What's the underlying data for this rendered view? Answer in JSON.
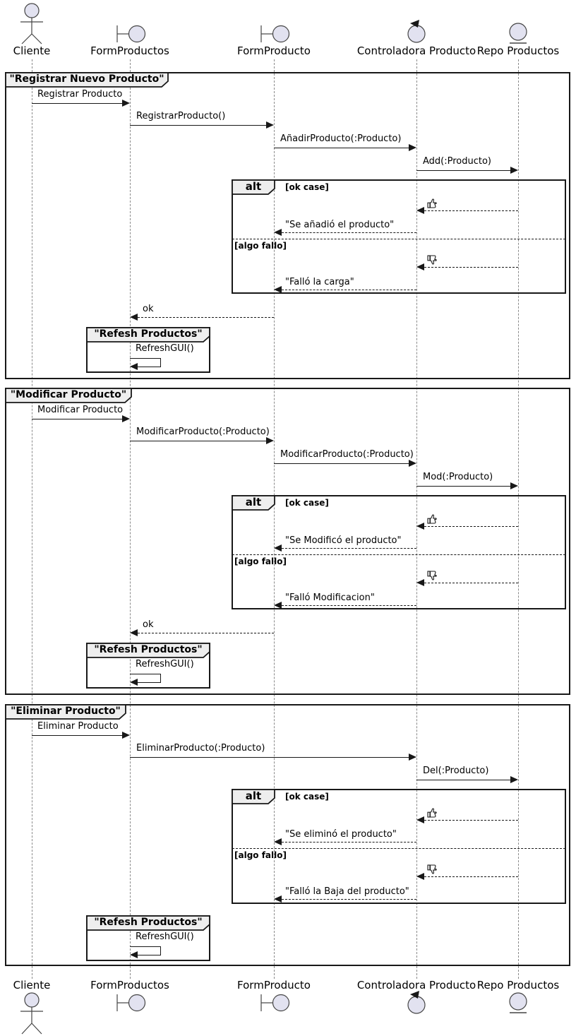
{
  "colors": {
    "frame_border": "#181818",
    "tab_fill": "#EEEEEE",
    "shape_fill": "#E2E2F0",
    "lifeline": "#8A8A8A"
  },
  "participants": [
    {
      "label": "Cliente",
      "type": "actor",
      "icon": "actor-icon"
    },
    {
      "label": "FormProductos",
      "type": "boundary",
      "icon": "boundary-icon"
    },
    {
      "label": "FormProducto",
      "type": "boundary",
      "icon": "boundary-icon"
    },
    {
      "label": "Controladora Producto",
      "type": "control",
      "icon": "control-icon"
    },
    {
      "label": "Repo Productos",
      "type": "entity",
      "icon": "entity-icon"
    }
  ],
  "frames": [
    {
      "title": "\"Registrar Nuevo Producto\"",
      "messages": [
        {
          "label": "Registrar Producto",
          "from": "Cliente",
          "to": "FormProductos",
          "style": "solid"
        },
        {
          "label": "RegistrarProducto()",
          "from": "FormProductos",
          "to": "FormProducto",
          "style": "solid"
        },
        {
          "label": "AñadirProducto(:Producto)",
          "from": "FormProducto",
          "to": "Controladora Producto",
          "style": "solid"
        },
        {
          "label": "Add(:Producto)",
          "from": "Controladora Producto",
          "to": "Repo Productos",
          "style": "solid"
        }
      ],
      "alt": {
        "operator": "alt",
        "guards": [
          "[ok case]",
          "[algo fallo]"
        ],
        "ok_branch": {
          "result_icon": "thumbs-up",
          "reply": "\"Se añadió el producto\""
        },
        "fail_branch": {
          "result_icon": "thumbs-down",
          "reply": "\"Falló la carga\""
        }
      },
      "return_label": "ok",
      "refresh": {
        "title": "\"Refesh Productos\"",
        "message": "RefreshGUI()"
      }
    },
    {
      "title": "\"Modificar Producto\"",
      "messages": [
        {
          "label": "Modificar Producto",
          "from": "Cliente",
          "to": "FormProductos",
          "style": "solid"
        },
        {
          "label": "ModificarProducto(:Producto)",
          "from": "FormProductos",
          "to": "FormProducto",
          "style": "solid"
        },
        {
          "label": "ModificarProducto(:Producto)",
          "from": "FormProducto",
          "to": "Controladora Producto",
          "style": "solid"
        },
        {
          "label": "Mod(:Producto)",
          "from": "Controladora Producto",
          "to": "Repo Productos",
          "style": "solid"
        }
      ],
      "alt": {
        "operator": "alt",
        "guards": [
          "[ok case]",
          "[algo fallo]"
        ],
        "ok_branch": {
          "result_icon": "thumbs-up",
          "reply": "\"Se Modificó el producto\""
        },
        "fail_branch": {
          "result_icon": "thumbs-down",
          "reply": "\"Falló Modificacion\""
        }
      },
      "return_label": "ok",
      "refresh": {
        "title": "\"Refesh Productos\"",
        "message": "RefreshGUI()"
      }
    },
    {
      "title": "\"Eliminar Producto\"",
      "messages": [
        {
          "label": "Eliminar Producto",
          "from": "Cliente",
          "to": "FormProductos",
          "style": "solid"
        },
        {
          "label": "EliminarProducto(:Producto)",
          "from": "FormProductos",
          "to": "Controladora Producto",
          "style": "solid"
        },
        {
          "label": "Del(:Producto)",
          "from": "Controladora Producto",
          "to": "Repo Productos",
          "style": "solid"
        }
      ],
      "alt": {
        "operator": "alt",
        "guards": [
          "[ok case]",
          "[algo fallo]"
        ],
        "ok_branch": {
          "result_icon": "thumbs-up",
          "reply": "\"Se eliminó el producto\""
        },
        "fail_branch": {
          "result_icon": "thumbs-down",
          "reply": "\"Falló la Baja del producto\""
        }
      },
      "refresh": {
        "title": "\"Refesh Productos\"",
        "message": "RefreshGUI()"
      }
    }
  ]
}
